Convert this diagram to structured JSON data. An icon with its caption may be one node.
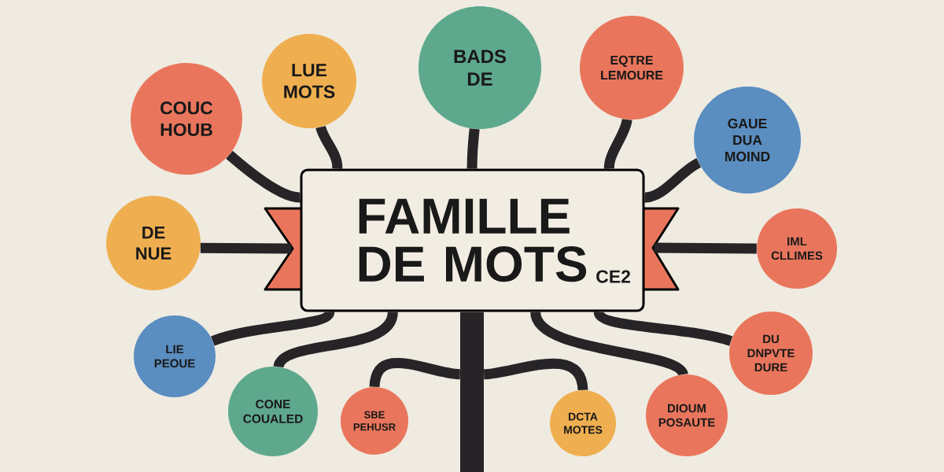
{
  "diagram": {
    "nodes": [
      {
        "text": [
          "FAMILLE DE MOTS",
          "CE2"
        ]
      },
      {
        "text": [
          "COUC HOUB"
        ]
      },
      {
        "text": [
          "LUE MOTS"
        ]
      },
      {
        "text": [
          "BADS DE"
        ]
      },
      {
        "text": [
          "EQTRE LEMOURE"
        ]
      },
      {
        "text": [
          "GAUE DUA MOIND"
        ]
      },
      {
        "text": [
          "DE NUE"
        ]
      },
      {
        "text": [
          "IML CLLIMES"
        ]
      },
      {
        "text": [
          "LIE PEOUE"
        ]
      },
      {
        "text": [
          "DU DNPVTE DURE"
        ]
      },
      {
        "text": [
          "CONE COUALED"
        ]
      },
      {
        "text": [
          "SBE PEHUSR"
        ]
      },
      {
        "text": [
          "DCTA MOTES"
        ]
      },
      {
        "text": [
          "DIOUM POSAUTE"
        ]
      },
      {
        "text": [],
        "shape": "bar"
      }
    ],
    "edges": [
      {
        "from": 0,
        "to": 1,
        "arrow": "none"
      },
      {
        "from": 0,
        "to": 2,
        "arrow": "none"
      },
      {
        "from": 0,
        "to": 3,
        "arrow": "none"
      },
      {
        "from": 0,
        "to": 4,
        "arrow": "none"
      },
      {
        "from": 0,
        "to": 5,
        "arrow": "none"
      },
      {
        "from": 0,
        "to": 6,
        "arrow": "none"
      },
      {
        "from": 0,
        "to": 7,
        "arrow": "none"
      },
      {
        "from": 0,
        "to": 8,
        "arrow": "none"
      },
      {
        "from": 0,
        "to": 9,
        "arrow": "none"
      },
      {
        "from": 0,
        "to": 10,
        "arrow": "none"
      },
      {
        "from": 14,
        "to": 11,
        "arrow": "none"
      },
      {
        "from": 14,
        "to": 12,
        "arrow": "none"
      },
      {
        "from": 0,
        "to": 13,
        "arrow": "none"
      }
    ]
  }
}
